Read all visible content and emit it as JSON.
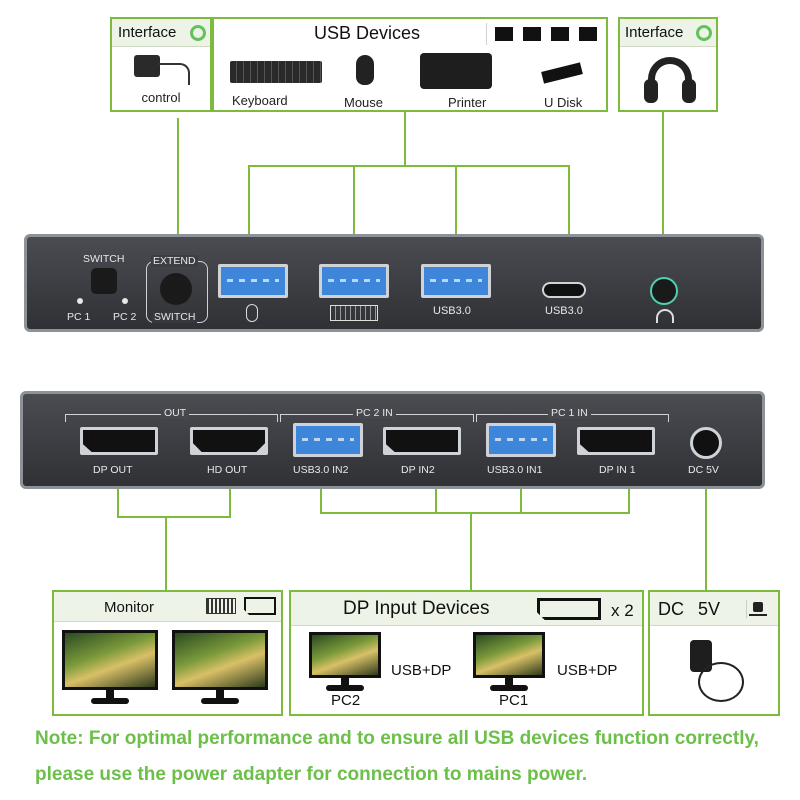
{
  "top_boxes": {
    "interface_left": {
      "title": "Interface",
      "label": "control"
    },
    "usb_devices": {
      "title": "USB Devices",
      "items": [
        "Keyboard",
        "Mouse",
        "Printer",
        "U Disk"
      ]
    },
    "interface_right": {
      "title": "Interface"
    }
  },
  "panel_top": {
    "switch_label": "SWITCH",
    "pc1": "PC 1",
    "pc2": "PC 2",
    "extend": "EXTEND",
    "switch2": "SWITCH",
    "usb3_label": "USB3.0",
    "usbc_label": "USB3.0"
  },
  "panel_bottom": {
    "out": "OUT",
    "pc2_in": "PC 2 IN",
    "pc1_in": "PC 1 IN",
    "dp_out": "DP OUT",
    "hd_out": "HD OUT",
    "usb_in2": "USB3.0 IN2",
    "dp_in2": "DP IN2",
    "usb_in1": "USB3.0 IN1",
    "dp_in1": "DP IN 1",
    "dc": "DC 5V"
  },
  "bottom_boxes": {
    "monitor": {
      "title": "Monitor"
    },
    "dp_input": {
      "title": "DP Input Devices",
      "count": "x 2",
      "pc2": "PC2",
      "pc1": "PC1",
      "usb_dp_1": "USB+DP",
      "usb_dp_2": "USB+DP"
    },
    "dc": {
      "title_dc": "DC",
      "title_v": "5V"
    }
  },
  "note": {
    "line1": "Note: For optimal performance and to ensure all USB devices function correctly,",
    "line2": "please use the power adapter for connection to mains power."
  },
  "colors": {
    "accent_green": "#7dbb3c",
    "note_green": "#6cc04a",
    "usb_blue": "#3d86d9"
  }
}
